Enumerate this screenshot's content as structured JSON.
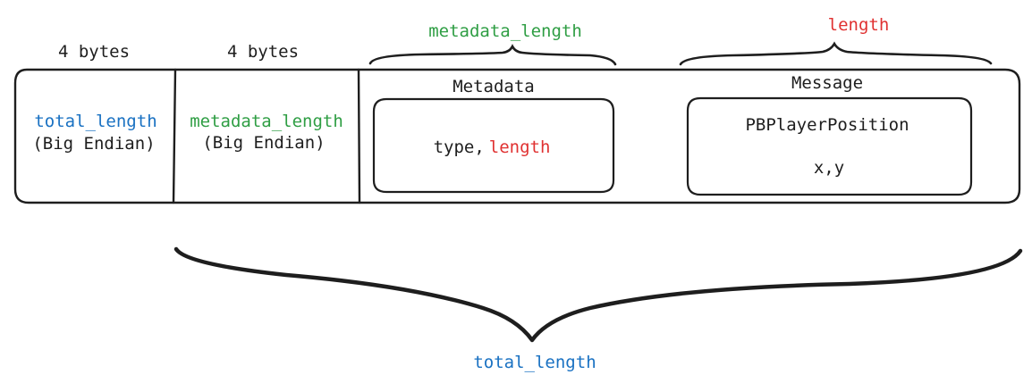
{
  "header": {
    "bytes_label_1": "4 bytes",
    "bytes_label_2": "4 bytes",
    "metadata_length_brace_label": "metadata_length",
    "length_brace_label": "length"
  },
  "fields": {
    "total_length": {
      "name": "total_length",
      "note": "(Big Endian)"
    },
    "metadata_length": {
      "name": "metadata_length",
      "note": "(Big Endian)"
    },
    "metadata": {
      "title": "Metadata",
      "content_prefix": "type,",
      "content_highlight": "length"
    },
    "message": {
      "title": "Message",
      "content_line1": "PBPlayerPosition",
      "content_line2": "x,y"
    }
  },
  "footer": {
    "total_length_brace_label": "total_length"
  },
  "colors": {
    "blue": "#1971c2",
    "green": "#2f9e44",
    "red": "#e03131",
    "stroke": "#1e1e1e"
  }
}
